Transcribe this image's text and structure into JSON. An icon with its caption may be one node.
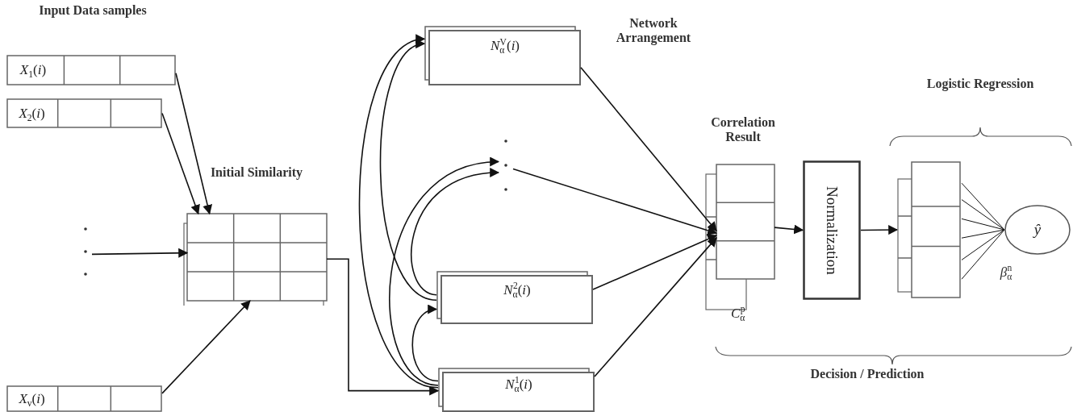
{
  "diagram": {
    "nodes": [
      {
        "text": [
          "*X*$_{1}$(*i*)"
        ]
      },
      {
        "text": [
          "*X*$_{2}$(*i*)"
        ]
      },
      {
        "text": [],
        "shape": "dots"
      },
      {
        "text": [
          "*X*$_{v}$(*i*)"
        ]
      },
      {
        "text": [
          "Initial Similarity"
        ]
      },
      {
        "text": [
          "*N*$_{α}$$^{V}$(*i*)"
        ]
      },
      {
        "text": [],
        "shape": "dots"
      },
      {
        "text": [
          "*N*$_{α}$$^{2}$(*i*)"
        ]
      },
      {
        "text": [
          "*N*$_{α}$$^{1}$(*i*)"
        ]
      },
      {
        "text": [
          "Correlation Result"
        ],
        "beside": [
          "*C*$_{α}$$^{p}$"
        ]
      },
      {
        "text": [
          "Normalization"
        ]
      },
      {
        "text": [],
        "shape": "box"
      },
      {
        "text": [
          "ŷ"
        ]
      }
    ],
    "edges": [
      {
        "from": 0,
        "to": 4,
        "arrow": "to"
      },
      {
        "from": 1,
        "to": 4,
        "arrow": "to"
      },
      {
        "from": 2,
        "to": 4,
        "arrow": "to"
      },
      {
        "from": 3,
        "to": 4,
        "arrow": "to"
      },
      {
        "from": 4,
        "to": 8,
        "arrow": "to"
      },
      {
        "from": 8,
        "to": 5,
        "arrow": "to"
      },
      {
        "from": 8,
        "to": 6,
        "arrow": "to"
      },
      {
        "from": 8,
        "to": 7,
        "arrow": "to"
      },
      {
        "from": 7,
        "to": 5,
        "arrow": "to"
      },
      {
        "from": 7,
        "to": 6,
        "arrow": "to"
      },
      {
        "from": 5,
        "to": 9,
        "arrow": "to"
      },
      {
        "from": 6,
        "to": 9,
        "arrow": "to"
      },
      {
        "from": 7,
        "to": 9,
        "arrow": "to"
      },
      {
        "from": 8,
        "to": 9,
        "arrow": "to"
      },
      {
        "from": 9,
        "to": 10,
        "arrow": "to"
      },
      {
        "from": 10,
        "to": 11,
        "arrow": "to"
      },
      {
        "from": 11,
        "to": 12,
        "arrow": "none"
      },
      {
        "from": 11,
        "to": 12,
        "arrow": "none"
      },
      {
        "from": 11,
        "to": 12,
        "arrow": "none"
      },
      {
        "from": 11,
        "to": 12,
        "arrow": "none"
      },
      {
        "from": 11,
        "to": 12,
        "arrow": "none"
      },
      {
        "from": 11,
        "to": 12,
        "arrow": "none"
      }
    ],
    "labels": [
      "Input Data samples",
      "Network Arrangement",
      "Logistic Regression",
      "*β*$_{α}$$^{n}$",
      "Decision / Prediction"
    ]
  }
}
